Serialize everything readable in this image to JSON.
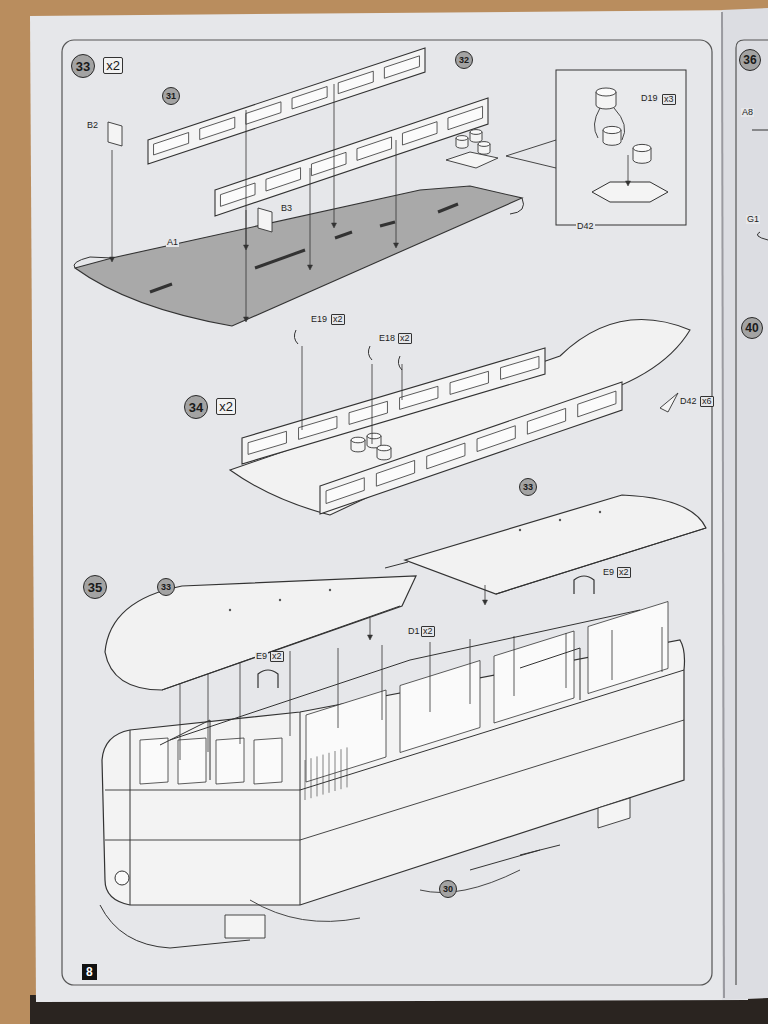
{
  "diagram": {
    "nodes": [
      {
        "text": [
          "33"
        ]
      },
      {
        "text": [
          "x2"
        ]
      },
      {
        "text": [
          "31"
        ]
      },
      {
        "text": [
          "32"
        ]
      },
      {
        "text": [
          "34"
        ]
      },
      {
        "text": [
          "x2"
        ]
      },
      {
        "text": [
          "33"
        ]
      },
      {
        "text": [
          "35"
        ]
      },
      {
        "text": [
          "33"
        ]
      },
      {
        "text": [
          "30"
        ]
      },
      {
        "text": [
          "36"
        ]
      },
      {
        "text": [
          "40"
        ]
      }
    ],
    "labels": [
      "B2",
      "A1",
      "B3",
      "D19",
      "x3",
      "D42",
      "E19",
      "x2",
      "E18",
      "x2",
      "D42",
      "x6",
      "E9",
      "x2",
      "D1",
      "x2",
      "E9",
      "x2",
      "8",
      "A8",
      "G1"
    ]
  }
}
